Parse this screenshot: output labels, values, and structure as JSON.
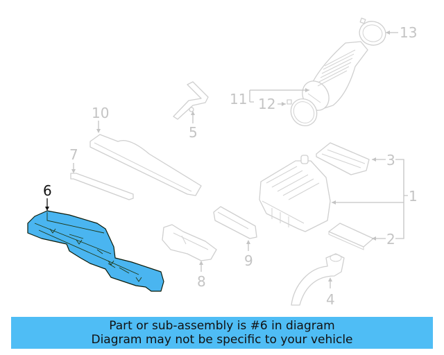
{
  "diagram": {
    "highlighted_part": "6",
    "highlight_color": "#4ab5f0",
    "callouts": [
      {
        "id": "1",
        "label": "1"
      },
      {
        "id": "2",
        "label": "2"
      },
      {
        "id": "3",
        "label": "3"
      },
      {
        "id": "4",
        "label": "4"
      },
      {
        "id": "5",
        "label": "5"
      },
      {
        "id": "6",
        "label": "6"
      },
      {
        "id": "7",
        "label": "7"
      },
      {
        "id": "8",
        "label": "8"
      },
      {
        "id": "9",
        "label": "9"
      },
      {
        "id": "10",
        "label": "10"
      },
      {
        "id": "11",
        "label": "11"
      },
      {
        "id": "12",
        "label": "12"
      },
      {
        "id": "13",
        "label": "13"
      }
    ]
  },
  "banner": {
    "line1": "Part or sub-assembly is #6 in diagram",
    "line2": "Diagram may not be specific to your vehicle",
    "background": "#4fbdf5"
  }
}
